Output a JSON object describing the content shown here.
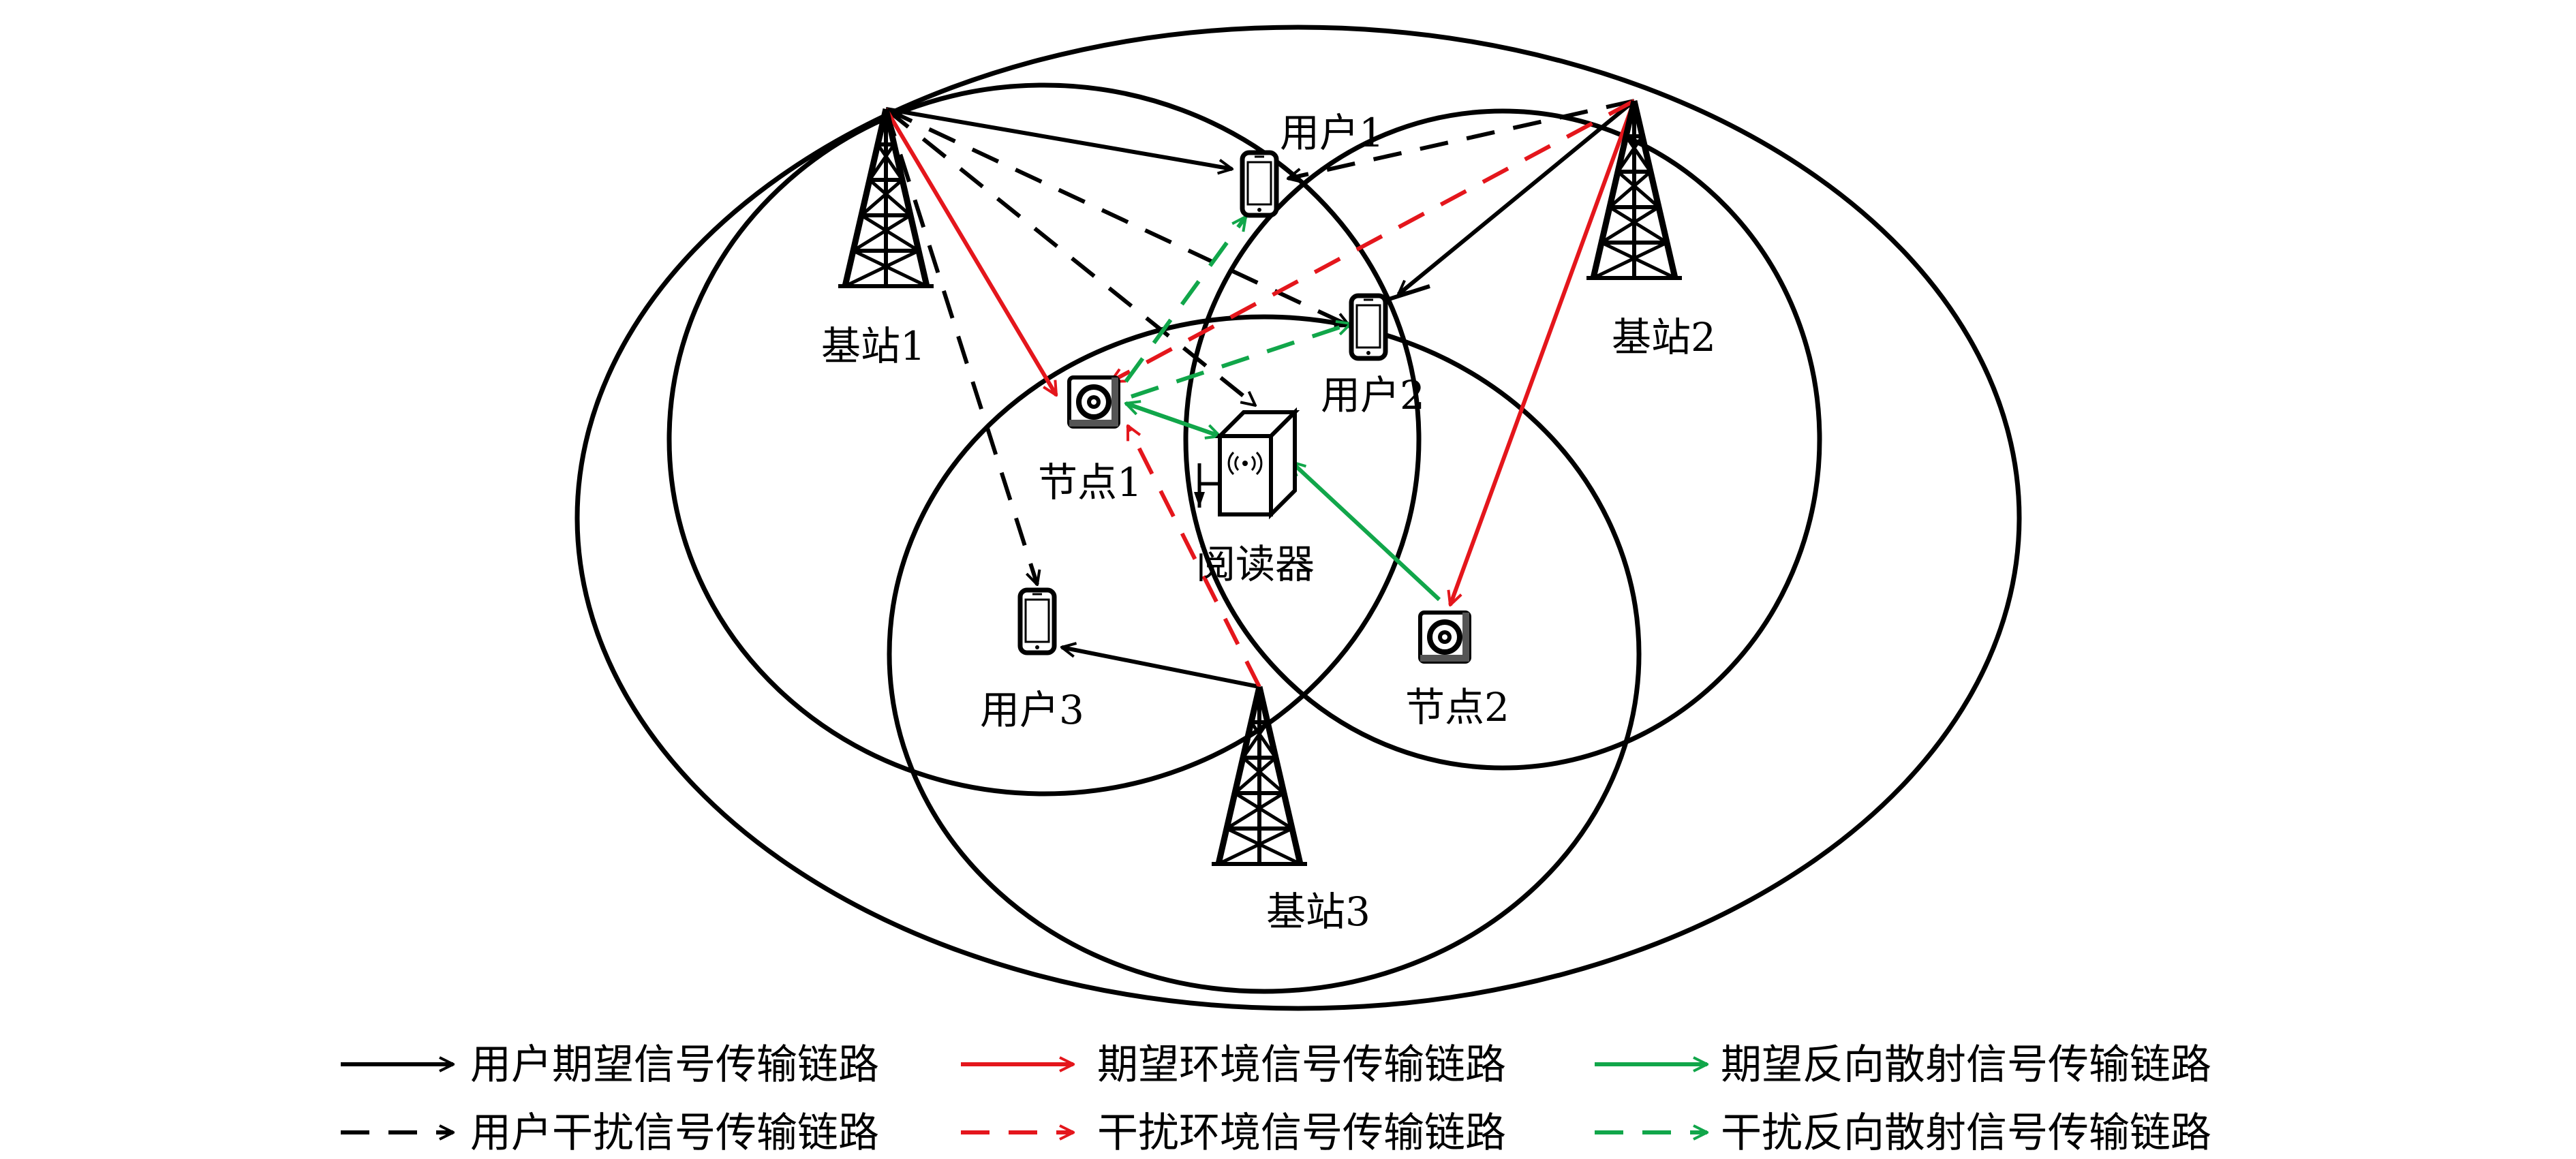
{
  "colors": {
    "black": "#000000",
    "red": "#e4161c",
    "green": "#11a64a"
  },
  "labels": {
    "bs1": "基站1",
    "bs2": "基站2",
    "bs3": "基站3",
    "user1": "用户1",
    "user2": "用户2",
    "user3": "用户3",
    "node1": "节点1",
    "node2": "节点2",
    "reader": "阅读器"
  },
  "legend": [
    {
      "text": "用户期望信号传输链路",
      "color": "black",
      "dashed": false
    },
    {
      "text": "期望环境信号传输链路",
      "color": "red",
      "dashed": false
    },
    {
      "text": "期望反向散射信号传输链路",
      "color": "green",
      "dashed": false
    },
    {
      "text": "用户干扰信号传输链路",
      "color": "black",
      "dashed": true
    },
    {
      "text": "干扰环境信号传输链路",
      "color": "red",
      "dashed": true
    },
    {
      "text": "干扰反向散射信号传输链路",
      "color": "green",
      "dashed": true
    }
  ],
  "icons": {
    "tower": "cell-tower-icon",
    "phone": "mobile-phone-icon",
    "node": "backscatter-node-icon",
    "reader": "rfid-reader-icon"
  }
}
